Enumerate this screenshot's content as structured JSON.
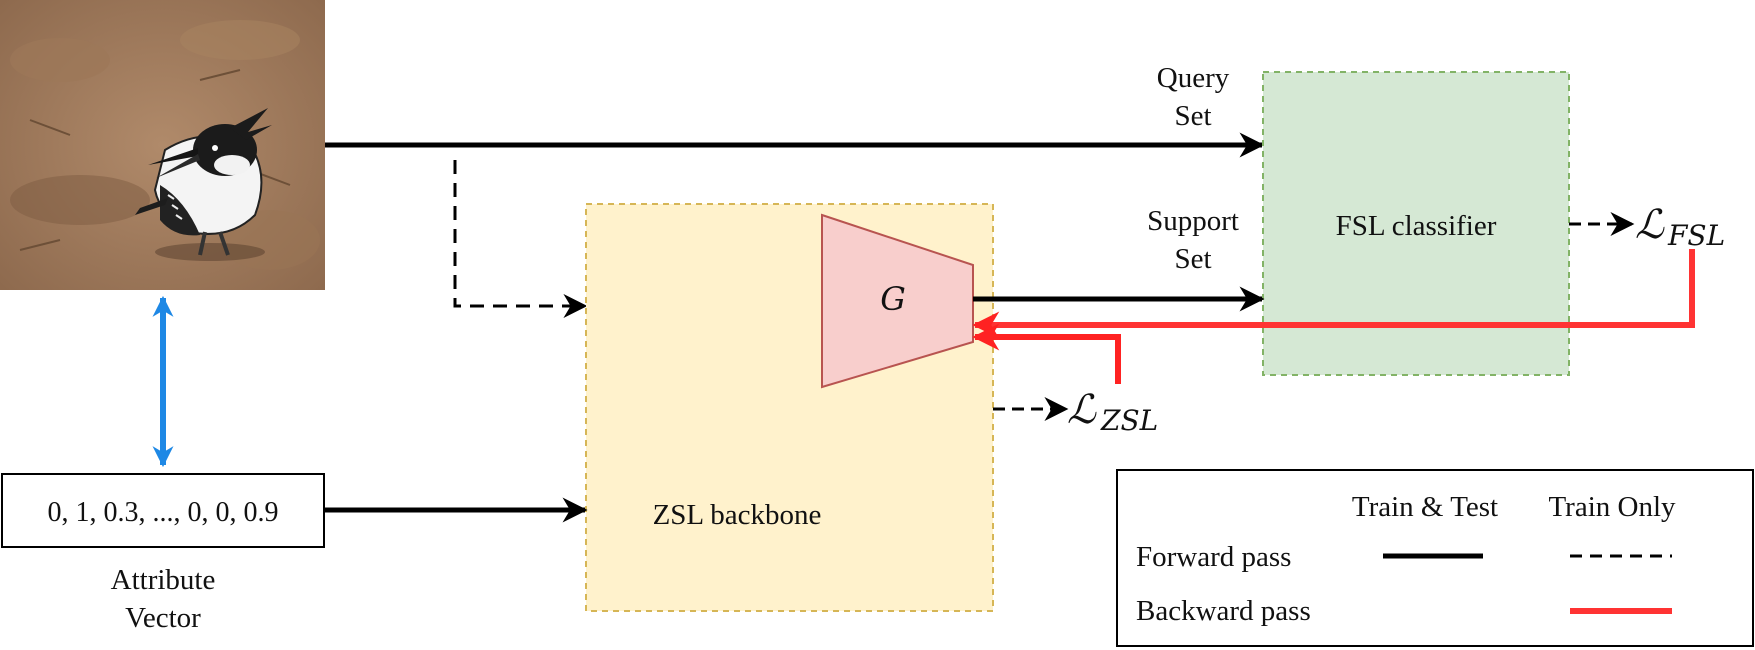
{
  "labels": {
    "query_set": [
      "Query",
      "Set"
    ],
    "support_set": [
      "Support",
      "Set"
    ],
    "fsl_classifier": "FSL classifier",
    "zsl_backbone": "ZSL backbone",
    "generator": "G",
    "attribute_values": "0, 1, 0.3, ..., 0, 0, 0.9",
    "attribute_vector": [
      "Attribute",
      "Vector"
    ],
    "loss_fsl": {
      "symbol": "ℒ",
      "subscript": "FSL"
    },
    "loss_zsl": {
      "symbol": "ℒ",
      "subscript": "ZSL"
    }
  },
  "legend": {
    "col_train_test": "Train & Test",
    "col_train_only": "Train Only",
    "row_forward": "Forward pass",
    "row_backward": "Backward pass"
  },
  "colors": {
    "zsl_fill": "#fff2cc",
    "zsl_border": "#d6b656",
    "fsl_fill": "#d5e8d4",
    "fsl_border": "#82b366",
    "generator_fill": "#f8cecc",
    "generator_border": "#b85450",
    "forward": "#000000",
    "backward": "#ff3333",
    "bidirectional": "#1e88e5"
  },
  "icons": [
    "kingfisher-photo"
  ]
}
